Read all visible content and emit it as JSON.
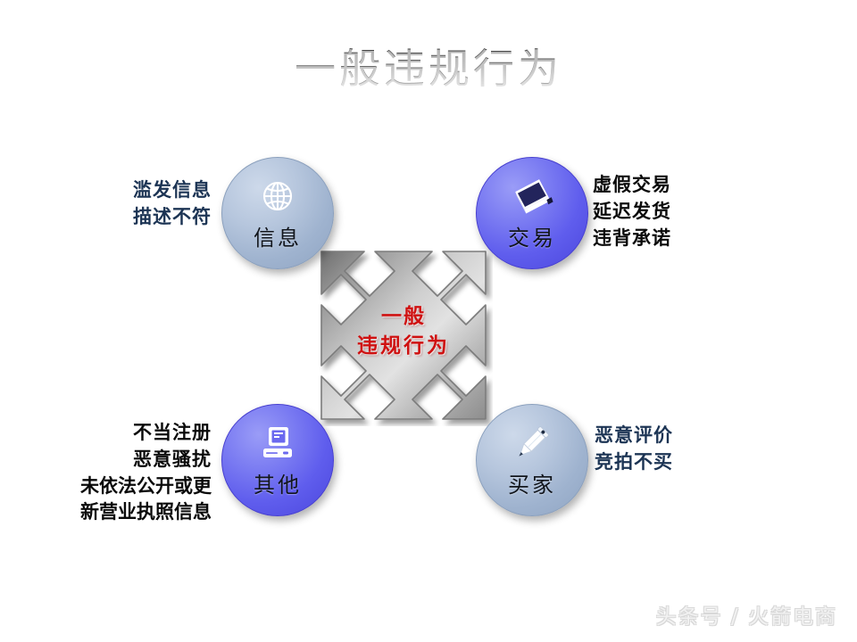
{
  "slide": {
    "title": "一般违规行为",
    "background_color": "#ffffff",
    "watermark": "头条号 / 火箭电商"
  },
  "center": {
    "shape": "four-way-diagonal-arrow",
    "fill_color": "#a8a8a8",
    "text_color": "#cf1111",
    "line1": "一般",
    "line2": "违规行为"
  },
  "nodes": [
    {
      "id": "info",
      "caption": "信息",
      "icon": "globe-icon",
      "color": "#a5b8d2",
      "style": "light",
      "label_color": "#1c3454",
      "label_lines": [
        "滥发信息",
        "描述不符"
      ]
    },
    {
      "id": "trade",
      "caption": "交易",
      "icon": "book-icon",
      "color": "#5f5ded",
      "style": "vivid",
      "label_color": "#0a0a0a",
      "label_lines": [
        "虚假交易",
        "延迟发货",
        "违背承诺"
      ]
    },
    {
      "id": "other",
      "caption": "其他",
      "icon": "computer-icon",
      "color": "#5f5ded",
      "style": "vivid",
      "label_color": "#0a0a0a",
      "label_lines": [
        "不当注册",
        "恶意骚扰",
        "未依法公开或更",
        "新营业执照信息"
      ]
    },
    {
      "id": "buyer",
      "caption": "买家",
      "icon": "pen-icon",
      "color": "#a5b8d2",
      "style": "light",
      "label_color": "#1c3454",
      "label_lines": [
        "恶意评价",
        "竞拍不买"
      ]
    }
  ]
}
